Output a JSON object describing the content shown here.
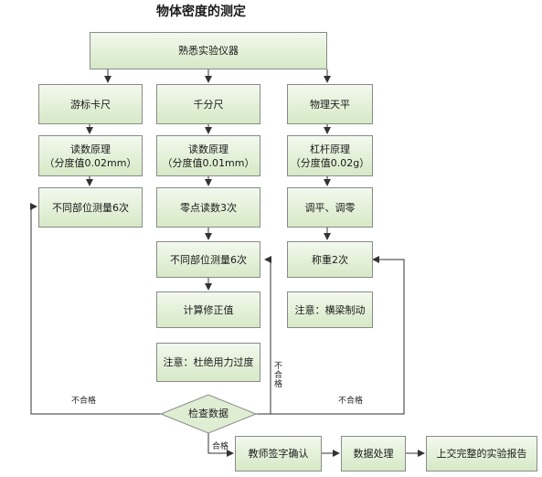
{
  "title": "物体密度的测定",
  "top": "熟悉实验仪器",
  "col1": {
    "name": "游标卡尺",
    "principle": "读数原理",
    "precision": "（分度值0.02mm）",
    "measure": "不同部位测量6次"
  },
  "col2": {
    "name": "千分尺",
    "principle": "读数原理",
    "precision": "（分度值0.01mm）",
    "zero": "零点读数3次",
    "measure": "不同部位测量6次",
    "correct": "计算修正值",
    "note": "注意：杜绝用力过度"
  },
  "col3": {
    "name": "物理天平",
    "principle": "杠杆原理",
    "precision": "（分度值0.02g）",
    "adjust": "调平、调零",
    "weigh": "称重2次",
    "note": "注意：横梁制动"
  },
  "check": "检查数据",
  "fail_left": "不合格",
  "fail_mid": "不合格",
  "fail_right": "不合格",
  "pass": "合格",
  "sign": "教师签字确认",
  "process": "数据处理",
  "report": "上交完整的实验报告"
}
